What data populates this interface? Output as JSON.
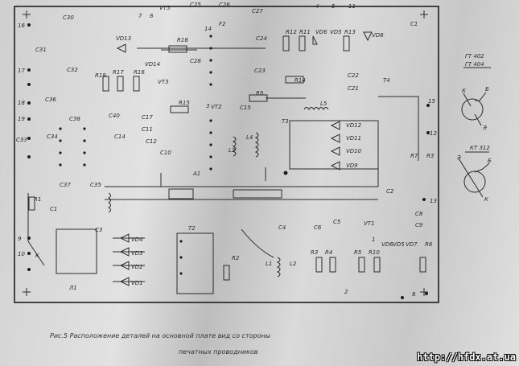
{
  "caption": {
    "line1": "Рис.5   Расположение деталей на основной плате вид со стороны",
    "line2": "печатных проводников"
  },
  "watermark": "http://hfdx.at.ua",
  "transistors": {
    "t1_line1": "ГТ 402",
    "t1_line2": "ГТ 404",
    "t1_pins": [
      "К",
      "Б",
      "Э"
    ],
    "t2_name": "КТ 312",
    "t2_pins": [
      "Э",
      "Б",
      "К"
    ]
  },
  "labels": [
    "C30",
    "C31",
    "C32",
    "C36",
    "C33",
    "C34",
    "C38",
    "C37",
    "C35",
    "C40",
    "C17",
    "C14",
    "C11",
    "C12",
    "C10",
    "VD13",
    "R18",
    "R19",
    "R17",
    "R16",
    "VD14",
    "C28",
    "VT3",
    "R15",
    "VT2",
    "VT5",
    "C25",
    "C26",
    "C27",
    "F2",
    "C24",
    "C23",
    "R12",
    "R11",
    "VD6",
    "VD5",
    "R13",
    "VD8",
    "C1",
    "R14",
    "C22",
    "C21",
    "T4",
    "R9",
    "C15",
    "L5",
    "T3",
    "L3",
    "L4",
    "VD12",
    "VD11",
    "VD10",
    "VD9",
    "R7",
    "R3",
    "C2",
    "R1",
    "C1",
    "VD4",
    "VD3",
    "VD2",
    "VD1",
    "T2",
    "C4",
    "R2",
    "L1",
    "L2",
    "C6",
    "C5",
    "VT1",
    "C8",
    "C9",
    "R3",
    "R4",
    "R5",
    "R10",
    "VD5",
    "VD6",
    "VD7",
    "R6",
    "K",
    "A1",
    "Л1",
    "C3"
  ],
  "pins": [
    "16",
    "17",
    "18",
    "19",
    "9",
    "10",
    "14",
    "15",
    "13",
    "12",
    "11",
    "8",
    "7",
    "6",
    "5",
    "4",
    "3",
    "1",
    "2"
  ]
}
